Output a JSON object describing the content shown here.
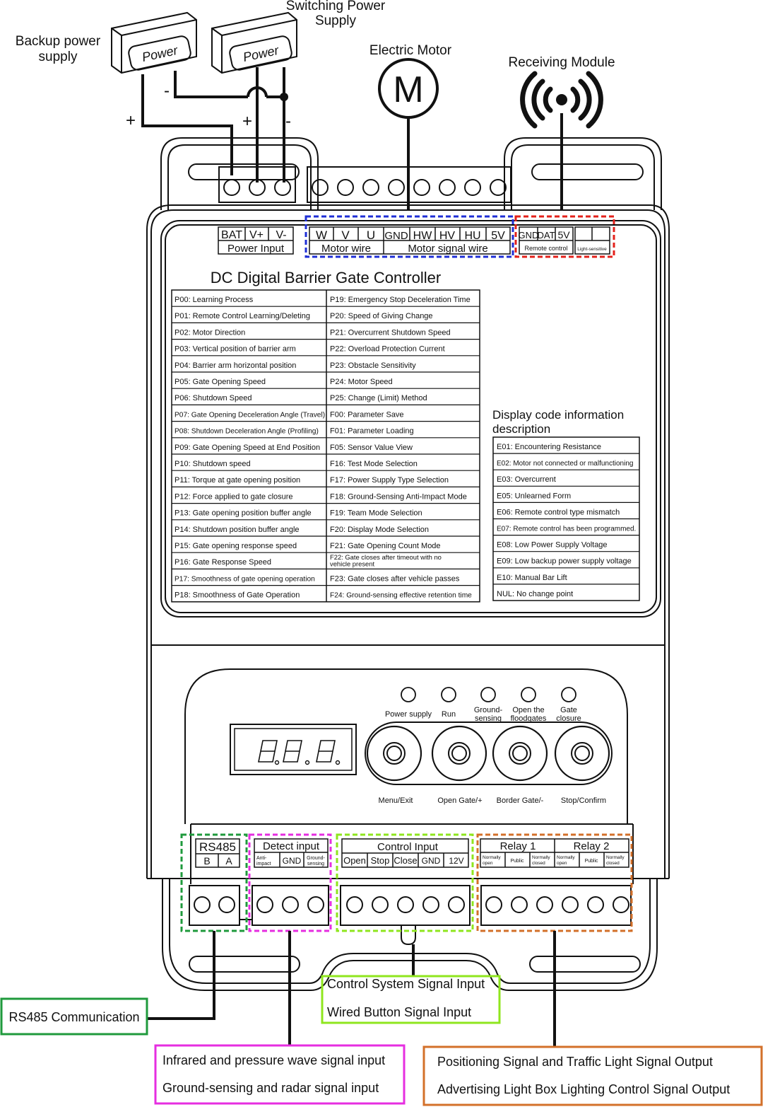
{
  "title": "DC Digital Barrier Gate Controller",
  "top_labels": {
    "backup_power_line1": "Backup power",
    "backup_power_line2": "supply",
    "switching_power_line1": "Switching Power",
    "switching_power_line2": "Supply",
    "power_box_label": "Power",
    "electric_motor": "Electric Motor",
    "motor_symbol": "M",
    "receiving_module": "Receiving Module",
    "plus": "+",
    "minus": "-"
  },
  "power_input": {
    "cells": [
      "BAT",
      "V+",
      "V-"
    ],
    "caption": "Power Input"
  },
  "motor_block": {
    "cells": [
      "W",
      "V",
      "U",
      "GND",
      "HW",
      "HV",
      "HU",
      "5V"
    ],
    "motor_wire": "Motor wire",
    "motor_signal_wire": "Motor signal wire"
  },
  "remote_block": {
    "cells": [
      "GND",
      "DAT",
      "5V"
    ],
    "remote_caption": "Remote control",
    "light_caption": "Light-sensitive"
  },
  "param_table": {
    "left": [
      "P00: Learning Process",
      "P01: Remote Control Learning/Deleting",
      "P02: Motor Direction",
      "P03: Vertical position of barrier arm",
      "P04: Barrier arm horizontal position",
      "P05: Gate Opening Speed",
      "P06: Shutdown Speed",
      "P07: Gate Opening Deceleration Angle (Travel)",
      "P08: Shutdown Deceleration Angle (Profiling)",
      "P09: Gate Opening Speed at End Position",
      "P10: Shutdown speed",
      "P11: Torque at gate opening position",
      "P12: Force applied to gate closure",
      "P13: Gate opening position buffer angle",
      "P14: Shutdown position buffer angle",
      "P15: Gate opening response speed",
      "P16: Gate Response Speed",
      "P17: Smoothness of gate opening operation",
      "P18: Smoothness of Gate Operation"
    ],
    "right": [
      "P19: Emergency Stop Deceleration Time",
      "P20: Speed of Giving Change",
      "P21: Overcurrent Shutdown Speed",
      "P22: Overload Protection Current",
      "P23: Obstacle Sensitivity",
      "P24: Motor Speed",
      "P25: Change (Limit) Method",
      "F00: Parameter Save",
      "F01: Parameter Loading",
      "F05: Sensor Value View",
      "F16: Test Mode Selection",
      "F17: Power Supply Type Selection",
      "F18: Ground-Sensing Anti-Impact Mode",
      "F19: Team Mode Selection",
      "F20: Display Mode Selection",
      "F21: Gate Opening Count Mode",
      "F22: Gate closes after timeout with no",
      "F23: Gate closes after vehicle passes",
      "F24: Ground-sensing effective retention time"
    ],
    "right_f22_line2": "vehicle present"
  },
  "display_codes": {
    "title_line1": "Display code information",
    "title_line2": "description",
    "items": [
      "E01: Encountering Resistance",
      "E02: Motor not connected or malfunctioning",
      "E03: Overcurrent",
      "E05: Unlearned Form",
      "E06: Remote control type mismatch",
      "E07: Remote control has been programmed.",
      "E08: Low Power Supply Voltage",
      "E09: Low backup power supply voltage",
      "E10: Manual Bar Lift",
      "NUL: No change point"
    ]
  },
  "panel": {
    "leds": [
      {
        "line1": "Power supply",
        "line2": ""
      },
      {
        "line1": "Run",
        "line2": ""
      },
      {
        "line1": "Ground-",
        "line2": "sensing"
      },
      {
        "line1": "Open the",
        "line2": "floodgates"
      },
      {
        "line1": "Gate",
        "line2": "closure"
      }
    ],
    "buttons": [
      "Menu/Exit",
      "Open Gate/+",
      "Border Gate/-",
      "Stop/Confirm"
    ]
  },
  "bottom_terminals": {
    "rs485": {
      "title": "RS485",
      "cells": [
        "B",
        "A"
      ]
    },
    "detect": {
      "title": "Detect input",
      "anti_line1": "Anti-",
      "anti_line2": "impact",
      "gnd": "GND",
      "ground_line1": "Ground-",
      "ground_line2": "sensing"
    },
    "control": {
      "title": "Control Input",
      "cells": [
        "Open",
        "Stop",
        "Close",
        "GND",
        "12V"
      ]
    },
    "relay": {
      "relay1": "Relay 1",
      "relay2": "Relay 2",
      "no_line1": "Normally",
      "no_line2": "open",
      "nc_line1": "Normally",
      "nc_line2": "closed",
      "public": "Public"
    }
  },
  "callouts": {
    "rs485": "RS485 Communication",
    "control_line1": "Control System Signal Input",
    "control_line2": "Wired Button Signal Input",
    "detect_line1": "Infrared and pressure wave signal input",
    "detect_line2": "Ground-sensing and radar signal input",
    "relay_line1": "Positioning Signal and Traffic Light Signal Output",
    "relay_line2": "Advertising Light Box Lighting Control Signal Output"
  },
  "colors": {
    "outline": "#111111",
    "blue_box": "#1f2fd6",
    "red_box": "#e3211b",
    "green_box": "#1f9a3c",
    "magenta_box": "#e62ee0",
    "lime_box": "#8fe61e",
    "orange_box": "#d3702a"
  }
}
